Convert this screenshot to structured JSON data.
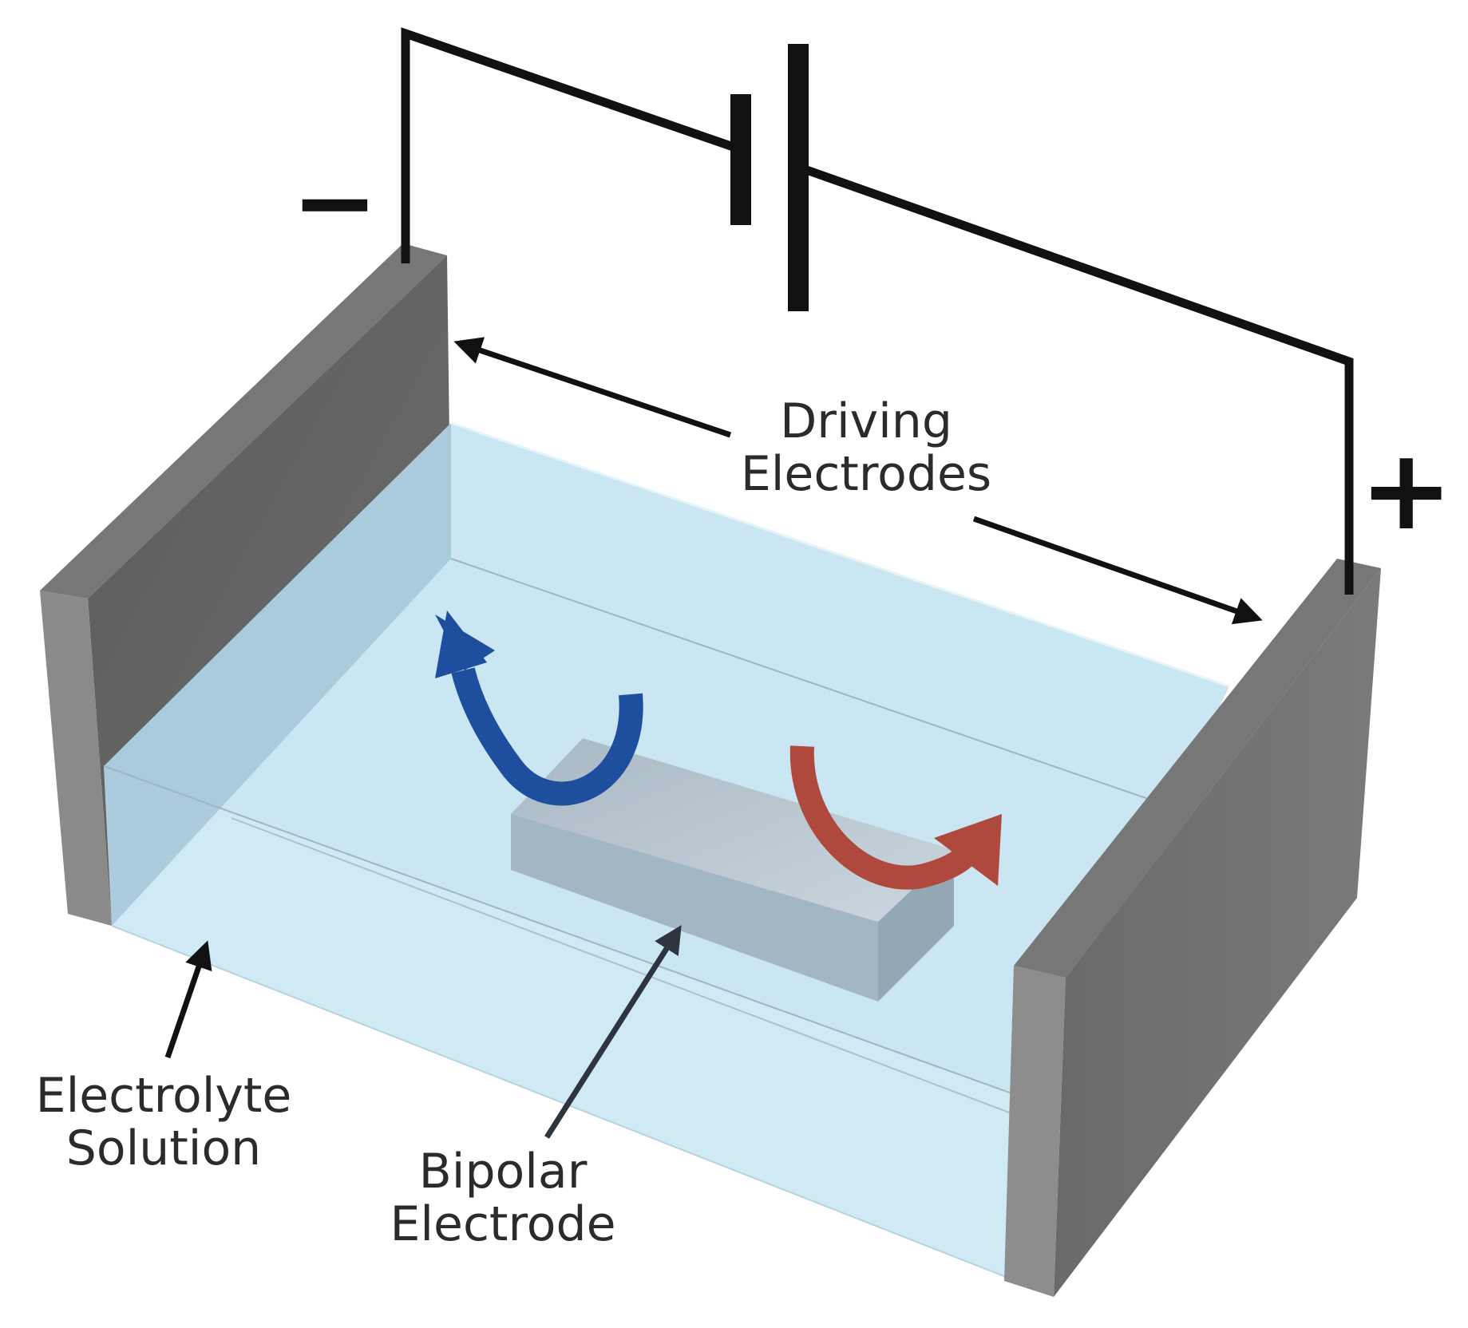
{
  "polarity": {
    "negative": "−",
    "positive": "+"
  },
  "labels": {
    "driving_electrodes": [
      "Driving",
      "Electrodes"
    ],
    "electrolyte_solution": [
      "Electrolyte",
      "Solution"
    ],
    "bipolar_electrode": [
      "Bipolar",
      "Electrode"
    ]
  },
  "colors": {
    "electrolyte": "#cde9f4",
    "electrode_dark": "#5a5a5a",
    "electrode_face": "#6f6f6f",
    "electrode_edge": "#888888",
    "bipolar_top": "#b8c8d4",
    "wire": "#111111",
    "arrow_blue": "#1d4f9e",
    "arrow_red": "#b0493d"
  },
  "icons": {
    "battery": "battery-symbol-icon",
    "cathodic_arrow": "curved-arrow-icon",
    "anodic_arrow": "curved-arrow-icon"
  }
}
